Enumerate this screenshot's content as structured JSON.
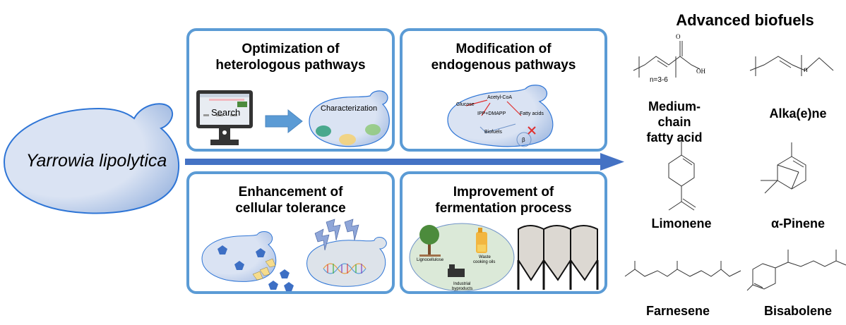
{
  "organism": {
    "name": "Yarrowia lipolytica"
  },
  "strategies": [
    {
      "title_line1": "Optimization of",
      "title_line2": "heterologous pathways",
      "labels": {
        "monitor": "Search",
        "cell": "Characterization"
      }
    },
    {
      "title_line1": "Modification of",
      "title_line2": "endogenous pathways",
      "labels": {
        "glucose": "Glucose",
        "acetyl_coa": "Acetyl-CoA",
        "ipp": "IPP+DMAPP",
        "fatty_acids": "Fatty acids",
        "biofuels": "Biofuels",
        "beta": "β"
      }
    },
    {
      "title_line1": "Enhancement of",
      "title_line2": "cellular tolerance"
    },
    {
      "title_line1": "Improvement of",
      "title_line2": "fermentation process",
      "labels": {
        "lignocellulose": "Lignocellulose",
        "waste_oil_1": "Waste",
        "waste_oil_2": "cooking oils",
        "industrial_1": "Industrial",
        "industrial_2": "byproducts"
      }
    }
  ],
  "products": {
    "title": "Advanced biofuels",
    "items": [
      {
        "name_line1": "Medium-chain",
        "name_line2": "fatty acid",
        "annotation": "n=3-6",
        "o": "O",
        "oh": "OH"
      },
      {
        "name_line1": "Alka(e)ne",
        "annotation": "n"
      },
      {
        "name_line1": "Limonene"
      },
      {
        "name_line1": "α-Pinene"
      },
      {
        "name_line1": "Farnesene"
      },
      {
        "name_line1": "Bisabolene"
      }
    ]
  },
  "colors": {
    "box_border": "#5b9bd5",
    "arrow": "#4472c4",
    "cell_fill": "#dae3f3",
    "cell_stroke": "#2e75d6",
    "red_arrow": "#e03030",
    "pentagon": "#3d6fc4"
  }
}
